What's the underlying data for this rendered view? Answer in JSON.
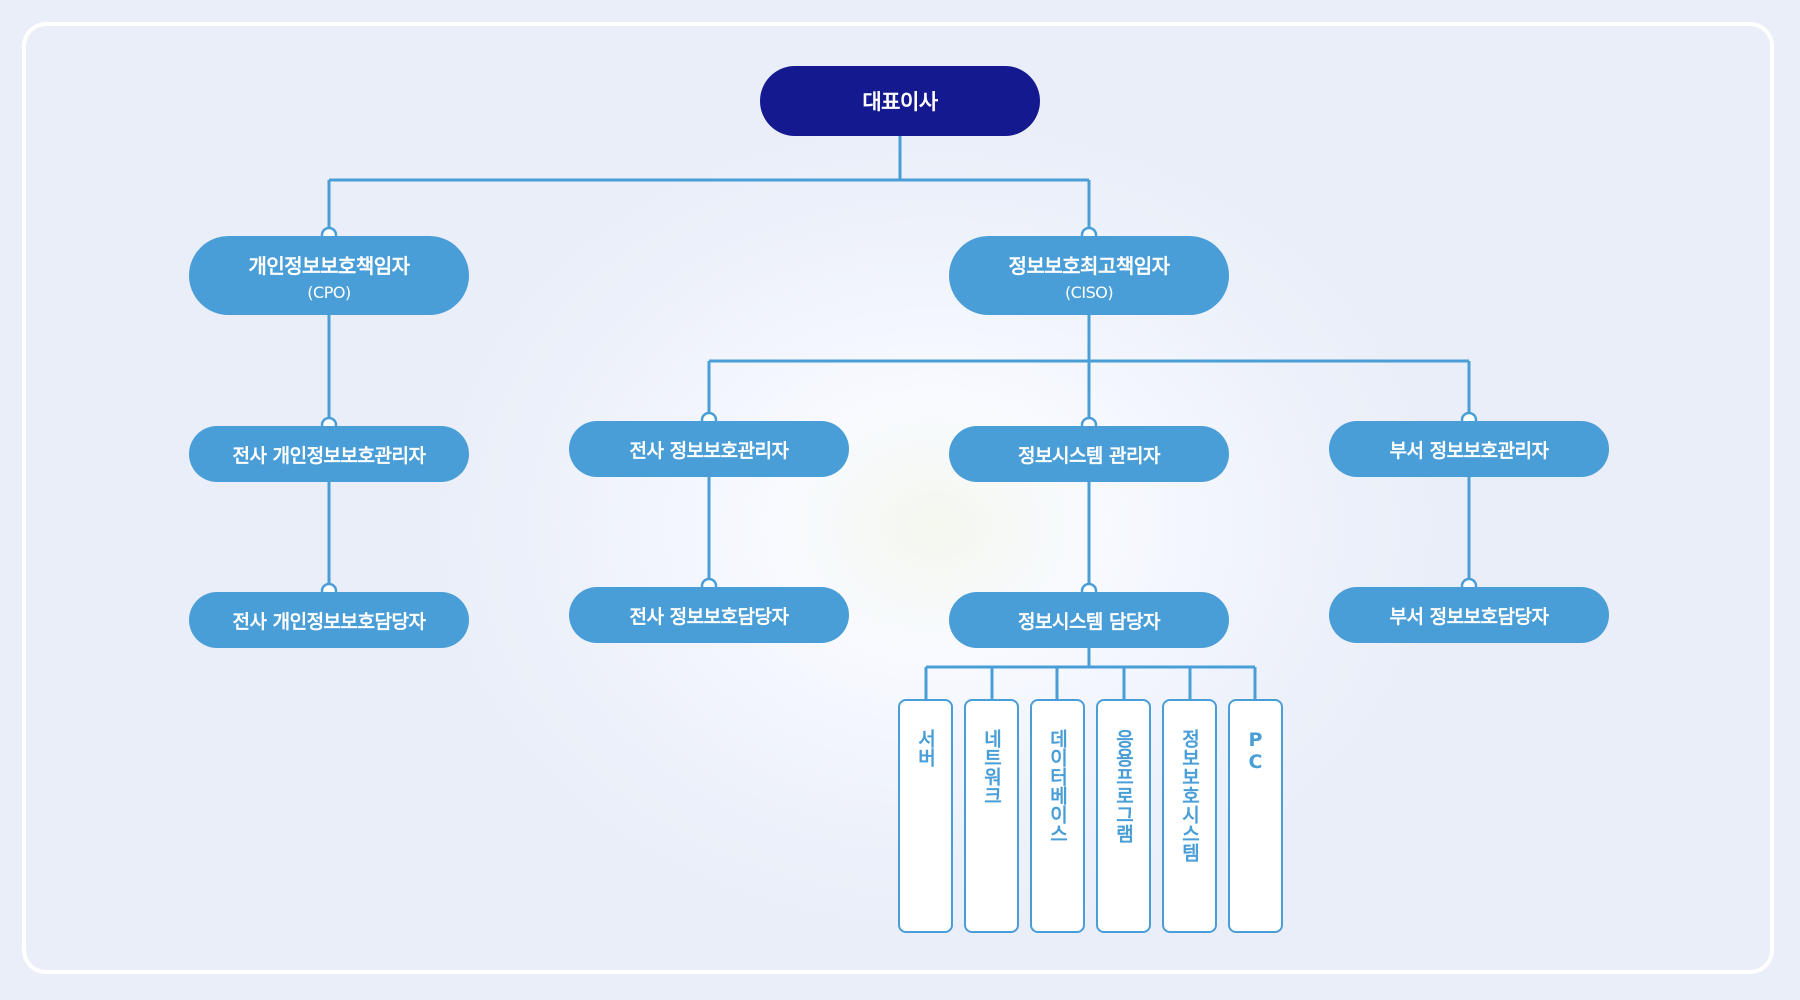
{
  "ceo": {
    "label": "대표이사"
  },
  "cpo": {
    "label": "개인정보보호책임자",
    "sub": "(CPO)"
  },
  "ciso": {
    "label": "정보보호최고책임자",
    "sub": "(CISO)"
  },
  "cpo_manager": {
    "label": "전사 개인정보보호관리자"
  },
  "cpo_staff": {
    "label": "전사 개인정보보호담당자"
  },
  "sec_manager": {
    "label": "전사 정보보호관리자"
  },
  "sec_staff": {
    "label": "전사 정보보호담당자"
  },
  "sys_manager": {
    "label": "정보시스템 관리자"
  },
  "sys_staff": {
    "label": "정보시스템 담당자"
  },
  "dept_manager": {
    "label": "부서 정보보호관리자"
  },
  "dept_staff": {
    "label": "부서 정보보호담당자"
  },
  "systems": [
    "서버",
    "네트워크",
    "데이터베이스",
    "응용프로그램",
    "정보보호시스템",
    "PC"
  ],
  "colors": {
    "primary": "#4a9ed8",
    "ceo": "#15198f",
    "line": "#4a9ed8",
    "background": "#e9eef8"
  }
}
